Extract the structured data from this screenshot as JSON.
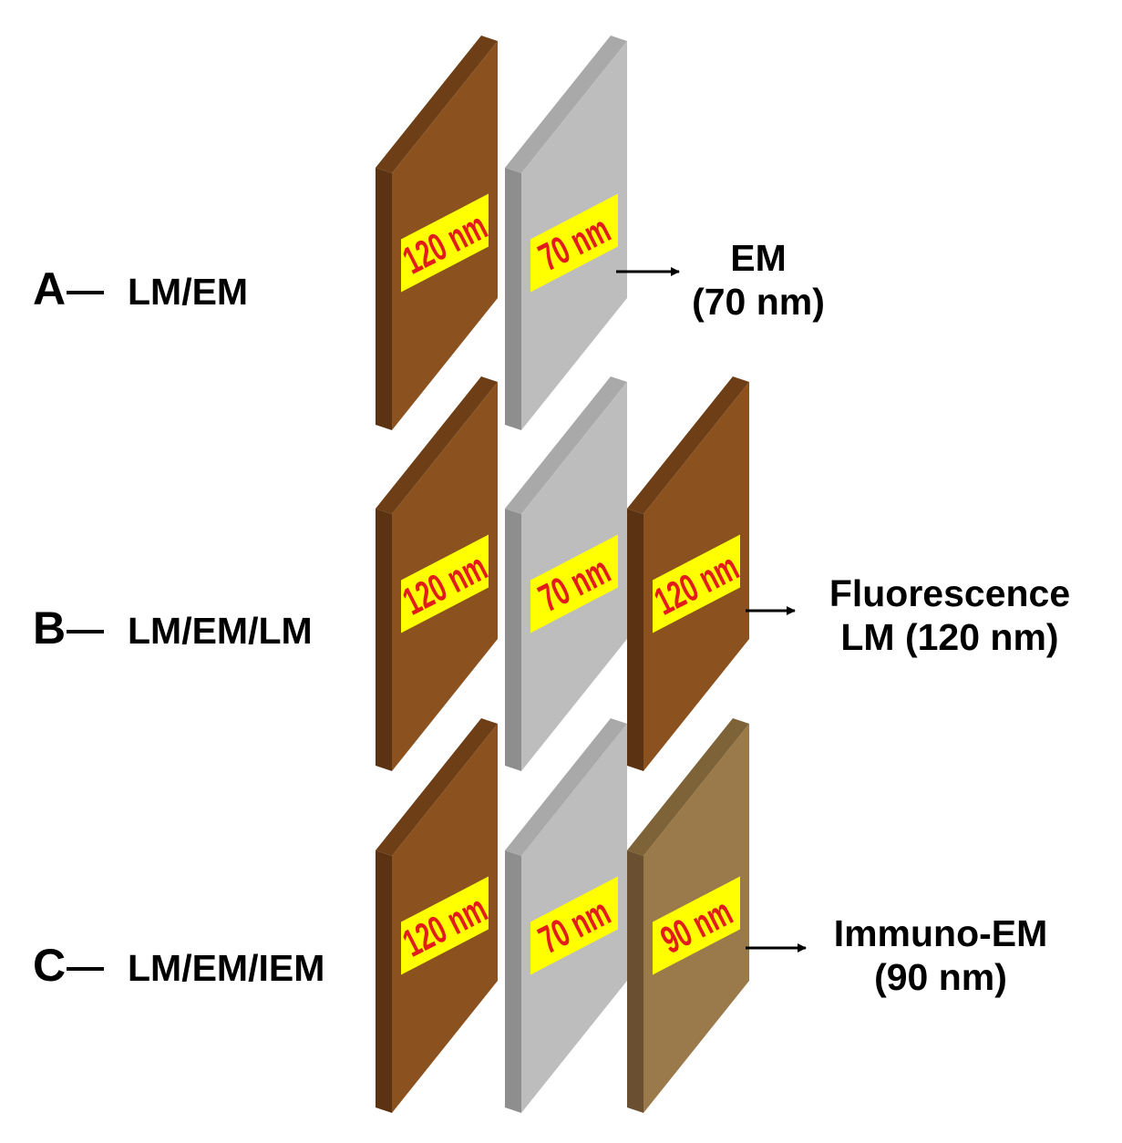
{
  "colors": {
    "lm_face": "#8b5220",
    "lm_side": "#5c3312",
    "lm_top": "#6e3f17",
    "em_face": "#bdbdbd",
    "em_side": "#8e8e8e",
    "em_top": "#a9a9a9",
    "iem_face": "#9a7a4a",
    "iem_side": "#6a5030",
    "iem_top": "#7e6238",
    "tag_fill": "#ffff00",
    "tag_text": "#e21b1b"
  },
  "rows": [
    {
      "letter": "A",
      "dash": "—",
      "label": "LM/EM",
      "sections": [
        {
          "type": "lm",
          "text": "120 nm"
        },
        {
          "type": "em",
          "text": "70 nm"
        }
      ],
      "output": [
        "EM",
        "(70 nm)"
      ]
    },
    {
      "letter": "B",
      "dash": "—",
      "label": "LM/EM/LM",
      "sections": [
        {
          "type": "lm",
          "text": "120 nm"
        },
        {
          "type": "em",
          "text": "70 nm"
        },
        {
          "type": "lm",
          "text": "120 nm"
        }
      ],
      "output": [
        "Fluorescence",
        "LM (120 nm)"
      ]
    },
    {
      "letter": "C",
      "dash": "—",
      "label": "LM/EM/IEM",
      "sections": [
        {
          "type": "lm",
          "text": "120 nm"
        },
        {
          "type": "em",
          "text": "70 nm"
        },
        {
          "type": "iem",
          "text": "90 nm"
        }
      ],
      "output": [
        "Immuno-EM",
        "(90 nm)"
      ]
    }
  ]
}
